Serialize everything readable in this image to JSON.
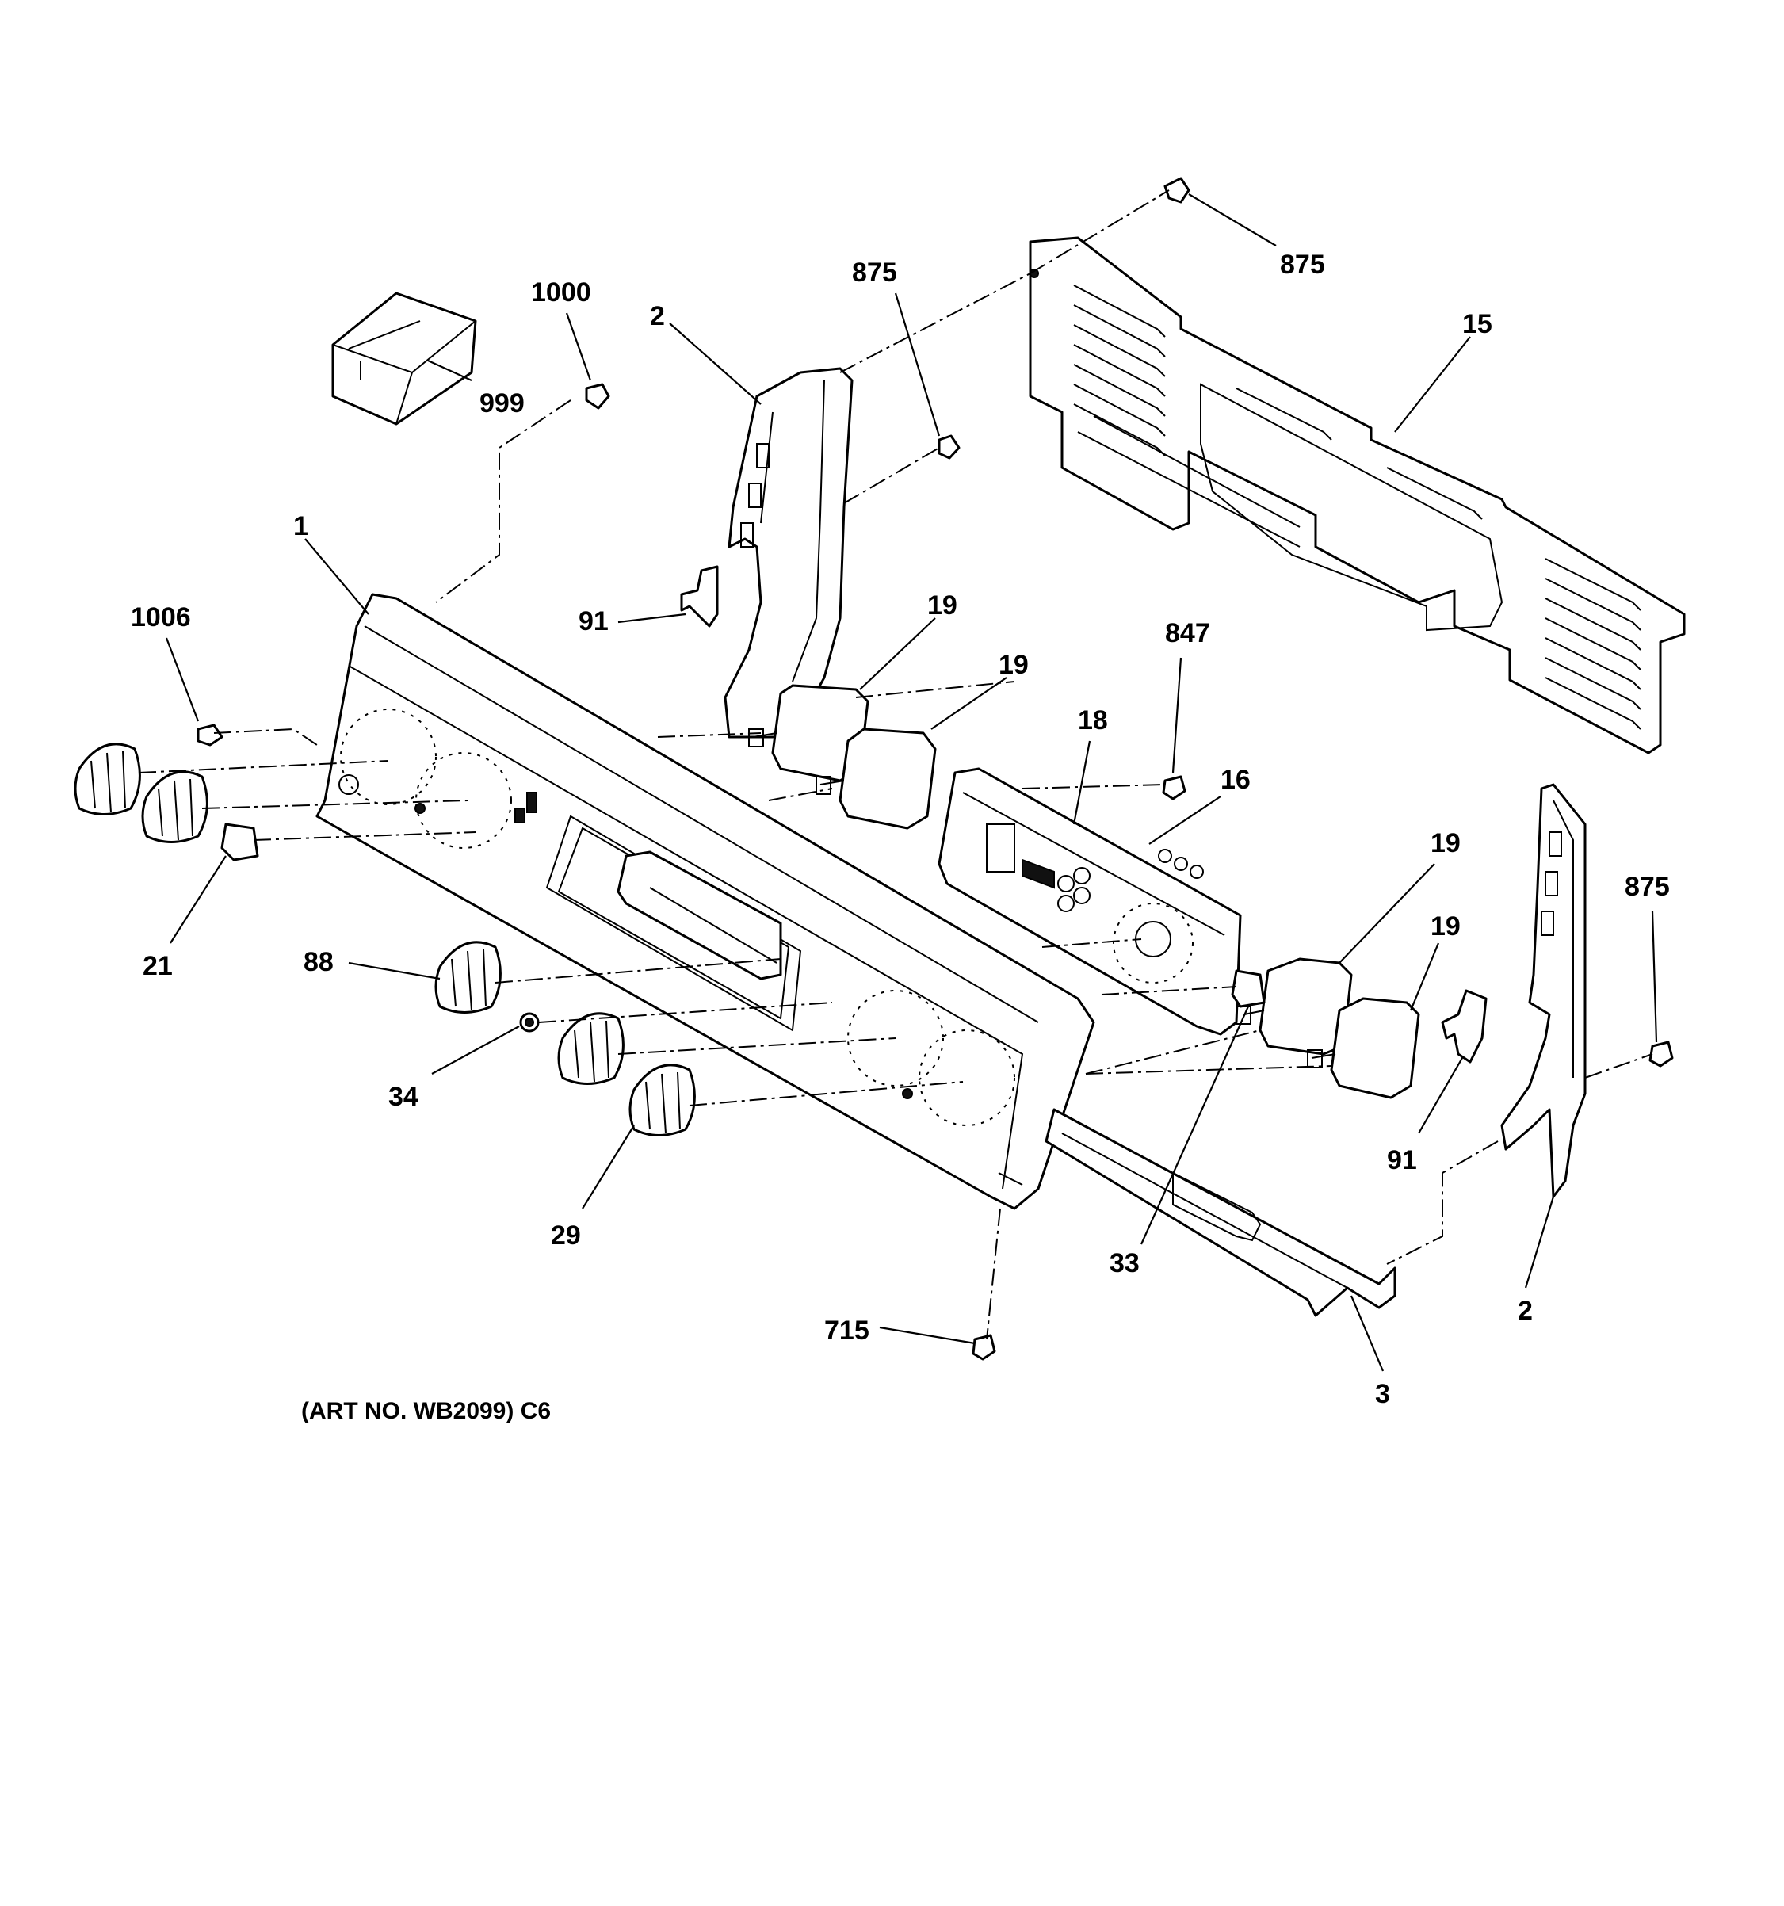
{
  "diagram": {
    "caption": "(ART NO. WB2099) C6",
    "callouts": {
      "c875_top": "875",
      "c15": "15",
      "c1000": "1000",
      "c875_mid": "875",
      "c2_left": "2",
      "c999": "999",
      "c1": "1",
      "c1006": "1006",
      "c91_left": "91",
      "c19_a": "19",
      "c19_b": "19",
      "c847": "847",
      "c18": "18",
      "c16": "16",
      "c19_c": "19",
      "c875_right": "875",
      "c19_d": "19",
      "c21": "21",
      "c88": "88",
      "c34": "34",
      "c29": "29",
      "c91_right": "91",
      "c33": "33",
      "c2_right": "2",
      "c715": "715",
      "c3": "3"
    }
  }
}
